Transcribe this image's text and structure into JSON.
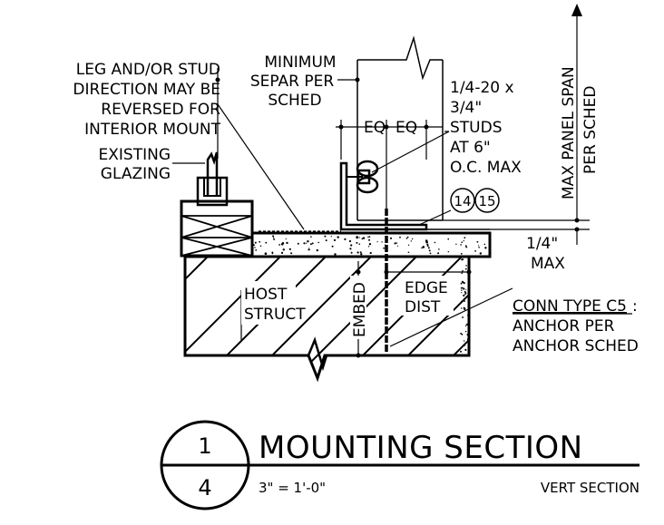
{
  "notes": {
    "leg_direction": [
      "LEG AND/OR STUD",
      "DIRECTION MAY BE",
      "REVERSED FOR",
      "INTERIOR MOUNT"
    ],
    "existing_glazing": [
      "EXISTING",
      "GLAZING"
    ],
    "min_separation": [
      "MINIMUM",
      "SEPAR PER",
      "SCHED"
    ],
    "studs": [
      "1/4-20 x",
      "3/4\"",
      "STUDS",
      "AT 6\"",
      "O.C. MAX"
    ],
    "eq_left": "EQ",
    "eq_right": "EQ",
    "max_panel_span": [
      "MAX PANEL SPAN",
      "PER SCHED"
    ],
    "gap_max": [
      "1/4\"",
      "MAX"
    ],
    "host_struct": [
      "HOST",
      "STRUCT"
    ],
    "embed": "EMBED",
    "edge_dist": [
      "EDGE",
      "DIST"
    ],
    "conn_type": "CONN TYPE C5",
    "conn_type_colon": ":",
    "anchor_note": [
      "ANCHOR PER",
      "ANCHOR SCHED"
    ],
    "ref_bubbles": [
      "14",
      "15"
    ]
  },
  "title_block": {
    "detail_number": "1",
    "sheet_number": "4",
    "title": "MOUNTING SECTION",
    "scale": "3\" = 1'-0\"",
    "view_type": "VERT SECTION"
  }
}
